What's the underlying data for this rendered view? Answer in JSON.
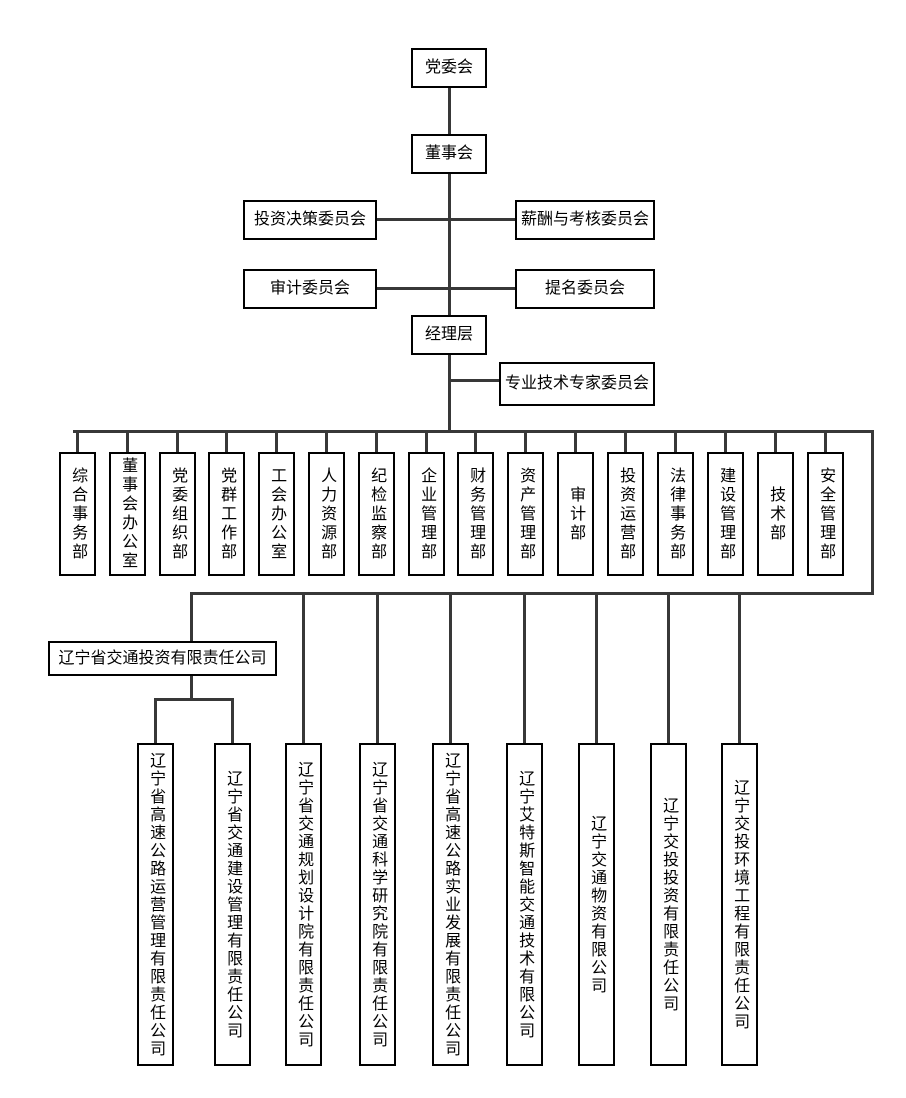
{
  "org": {
    "party_committee": "党委会",
    "board_of_directors": "董事会",
    "committees": [
      "投资决策委员会",
      "薪酬与考核委员会",
      "审计委员会",
      "提名委员会"
    ],
    "management_layer": "经理层",
    "expert_committee": "专业技术专家委员会",
    "departments": [
      "综合事务部",
      "董事会办公室",
      "党委组织部",
      "党群工作部",
      "工会办公室",
      "人力资源部",
      "纪检监察部",
      "企业管理部",
      "财务管理部",
      "资产管理部",
      "审计部",
      "投资运营部",
      "法律事务部",
      "建设管理部",
      "技术部",
      "安全管理部"
    ],
    "investment_company": "辽宁省交通投资有限责任公司",
    "subsidiaries": [
      "辽宁省高速公路运营管理有限责任公司",
      "辽宁省交通建设管理有限责任公司",
      "辽宁省交通规划设计院有限责任公司",
      "辽宁省交通科学研究院有限责任公司",
      "辽宁省高速公路实业发展有限责任公司",
      "辽宁艾特斯智能交通技术有限公司",
      "辽宁交通物资有限公司",
      "辽宁交投投资有限责任公司",
      "辽宁交投环境工程有限责任公司"
    ]
  },
  "colors": {
    "line": "#383838",
    "box_border": "#000000",
    "background": "#ffffff",
    "text": "#000000"
  }
}
